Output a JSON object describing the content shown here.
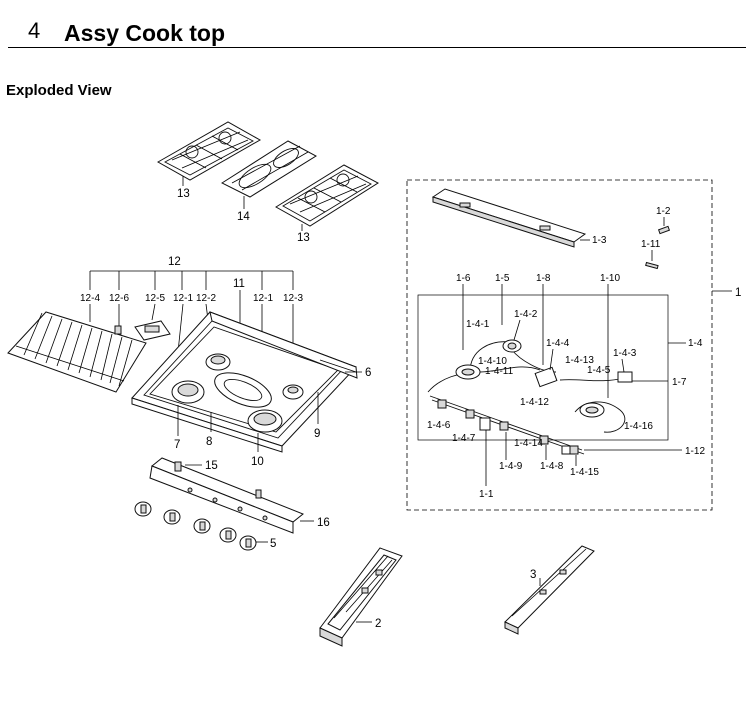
{
  "header": {
    "section_number": "4",
    "title": "Assy Cook top"
  },
  "subtitle": "Exploded View",
  "labels": {
    "grate_left": "13",
    "grate_center": "14",
    "grate_right": "13",
    "assy_12": "12",
    "p12_4": "12-4",
    "p12_6": "12-6",
    "p12_5": "12-5",
    "p12_1a": "12-1",
    "p12_2": "12-2",
    "p11": "11",
    "p12_1b": "12-1",
    "p12_3": "12-3",
    "p6": "6",
    "p7": "7",
    "p8": "8",
    "p9": "9",
    "p10": "10",
    "p15": "15",
    "p16": "16",
    "p5": "5",
    "p2": "2",
    "p3": "3",
    "p1": "1",
    "p1_2": "1-2",
    "p1_3": "1-3",
    "p1_11": "1-11",
    "p1_6": "1-6",
    "p1_5": "1-5",
    "p1_8": "1-8",
    "p1_10": "1-10",
    "p1_4": "1-4",
    "p1_4_1": "1-4-1",
    "p1_4_2": "1-4-2",
    "p1_4_10": "1-4-10",
    "p1_4_11": "1-4-11",
    "p1_4_4": "1-4-4",
    "p1_4_13": "1-4-13",
    "p1_4_3": "1-4-3",
    "p1_4_5": "1-4-5",
    "p1_7": "1-7",
    "p1_4_12": "1-4-12",
    "p1_4_6": "1-4-6",
    "p1_4_7": "1-4-7",
    "p1_4_14": "1-4-14",
    "p1_4_16": "1-4-16",
    "p1_4_9": "1-4-9",
    "p1_4_8": "1-4-8",
    "p1_4_15": "1-4-15",
    "p1_12": "1-12",
    "p1_1": "1-1"
  }
}
